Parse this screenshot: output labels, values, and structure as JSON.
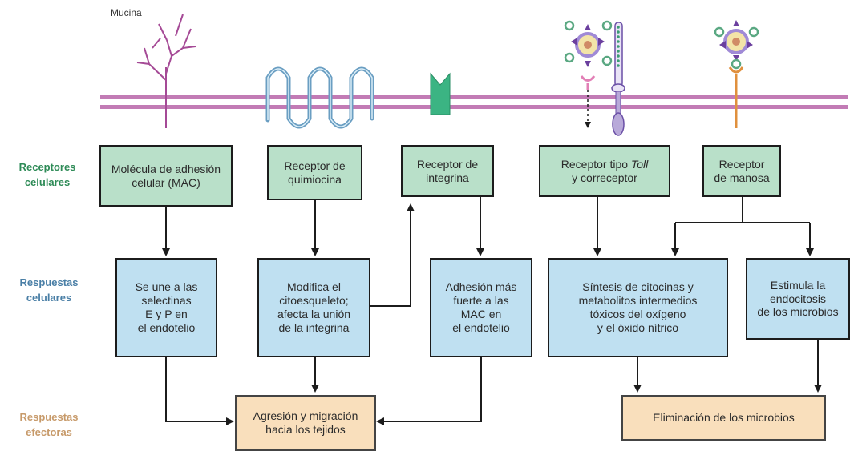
{
  "labels": {
    "mucina": "Mucina",
    "toll_italic": "Toll"
  },
  "row_labels": {
    "receptores": "Receptores\ncelulares",
    "respuestas": "Respuestas\ncelulares",
    "efectoras": "Respuestas\nefectoras"
  },
  "receptors": [
    "Molécula de adhesión\ncelular (MAC)",
    "Receptor de\nquimiocina",
    "Receptor de\nintegrina",
    "Receptor tipo ",
    "Receptor\nde manosa"
  ],
  "receptor_toll_suffix": "\ny correceptor",
  "responses": [
    "Se une a las\nselectinas\nE y P en\nel endotelio",
    "Modifica el\ncitoesqueleto;\nafecta la unión\nde la integrina",
    "Adhesión más\nfuerte a las\nMAC en\nel endotelio",
    "Síntesis de citocinas y\nmetabolitos intermedios\ntóxicos del oxígeno\ny el óxido nítrico",
    "Estimula la\nendocitosis\nde los microbios"
  ],
  "effectors": [
    "Agresión y migración\nhacia los tejidos",
    "Eliminación de los microbios"
  ],
  "colors": {
    "membrane": "#c27bb5",
    "receptor_fill": "#b9e0c9",
    "response_fill": "#bfe0f1",
    "effector_fill": "#f9dfbc",
    "label_green": "#2e8b57",
    "label_blue": "#4a7fa6",
    "label_orange": "#c79a6a"
  }
}
